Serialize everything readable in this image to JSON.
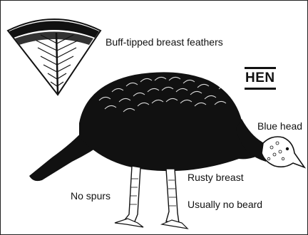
{
  "title": "HEN",
  "labels": {
    "feathers": "Buff-tipped breast feathers",
    "head": "Blue head",
    "breast": "Rusty breast",
    "spurs": "No spurs",
    "beard": "Usually no beard"
  },
  "colors": {
    "ink": "#111111",
    "paper": "#ffffff"
  }
}
